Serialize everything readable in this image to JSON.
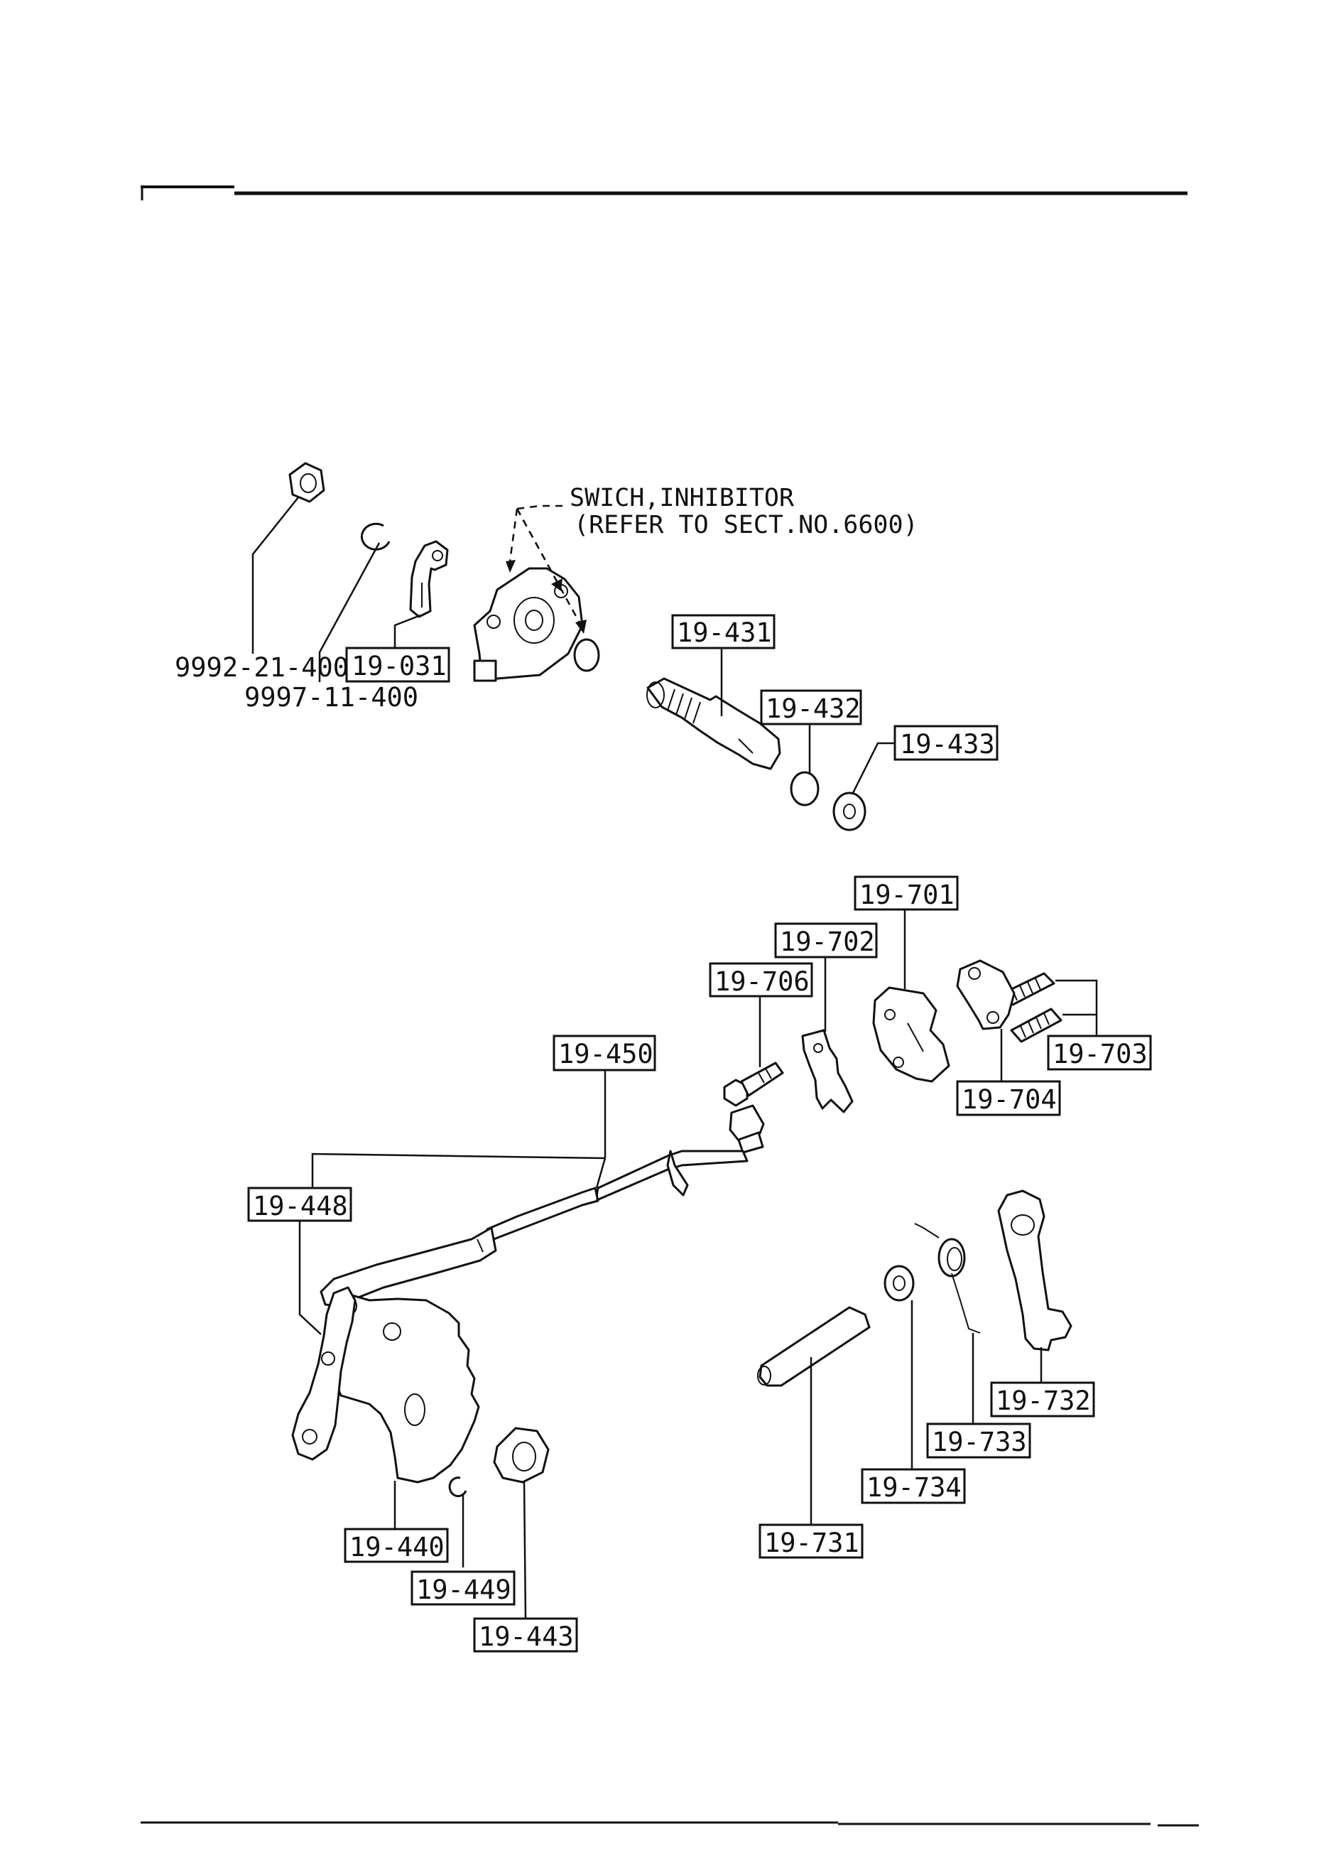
{
  "note": {
    "line1": "SWICH,INHIBITOR",
    "line2": "(REFER TO SECT.NO.6600)"
  },
  "part_numbers": {
    "nut_top": "9992-21-400",
    "clip_top": "9997-11-400"
  },
  "callouts": {
    "c19_031": "19-031",
    "c19_431": "19-431",
    "c19_432": "19-432",
    "c19_433": "19-433",
    "c19_701": "19-701",
    "c19_702": "19-702",
    "c19_706": "19-706",
    "c19_450": "19-450",
    "c19_703": "19-703",
    "c19_704": "19-704",
    "c19_448": "19-448",
    "c19_732": "19-732",
    "c19_733": "19-733",
    "c19_734": "19-734",
    "c19_440": "19-440",
    "c19_731": "19-731",
    "c19_449": "19-449",
    "c19_443": "19-443"
  }
}
